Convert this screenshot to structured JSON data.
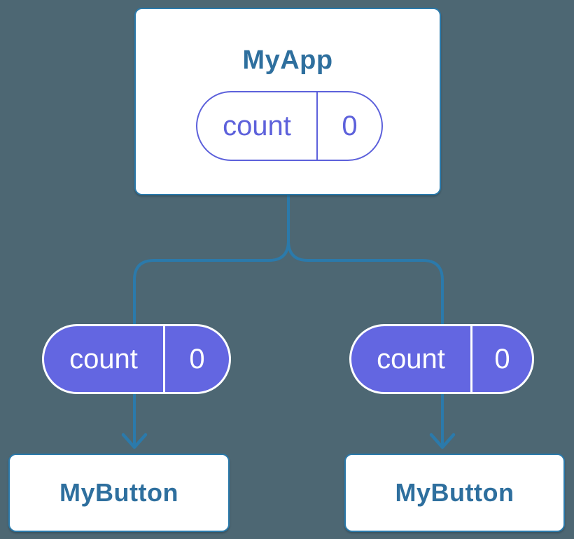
{
  "diagram": {
    "colors": {
      "background": "#4d6773",
      "connector_blue": "#2b7aab",
      "node_text_blue": "#2e6f9e",
      "pill_fill_purple": "#6366e1",
      "pill_outline_purple": "#5d61db",
      "node_background": "#ffffff"
    },
    "root": {
      "title": "MyApp",
      "state": {
        "name": "count",
        "value": "0"
      }
    },
    "children": [
      {
        "title": "MyButton",
        "prop": {
          "name": "count",
          "value": "0"
        }
      },
      {
        "title": "MyButton",
        "prop": {
          "name": "count",
          "value": "0"
        }
      }
    ]
  }
}
